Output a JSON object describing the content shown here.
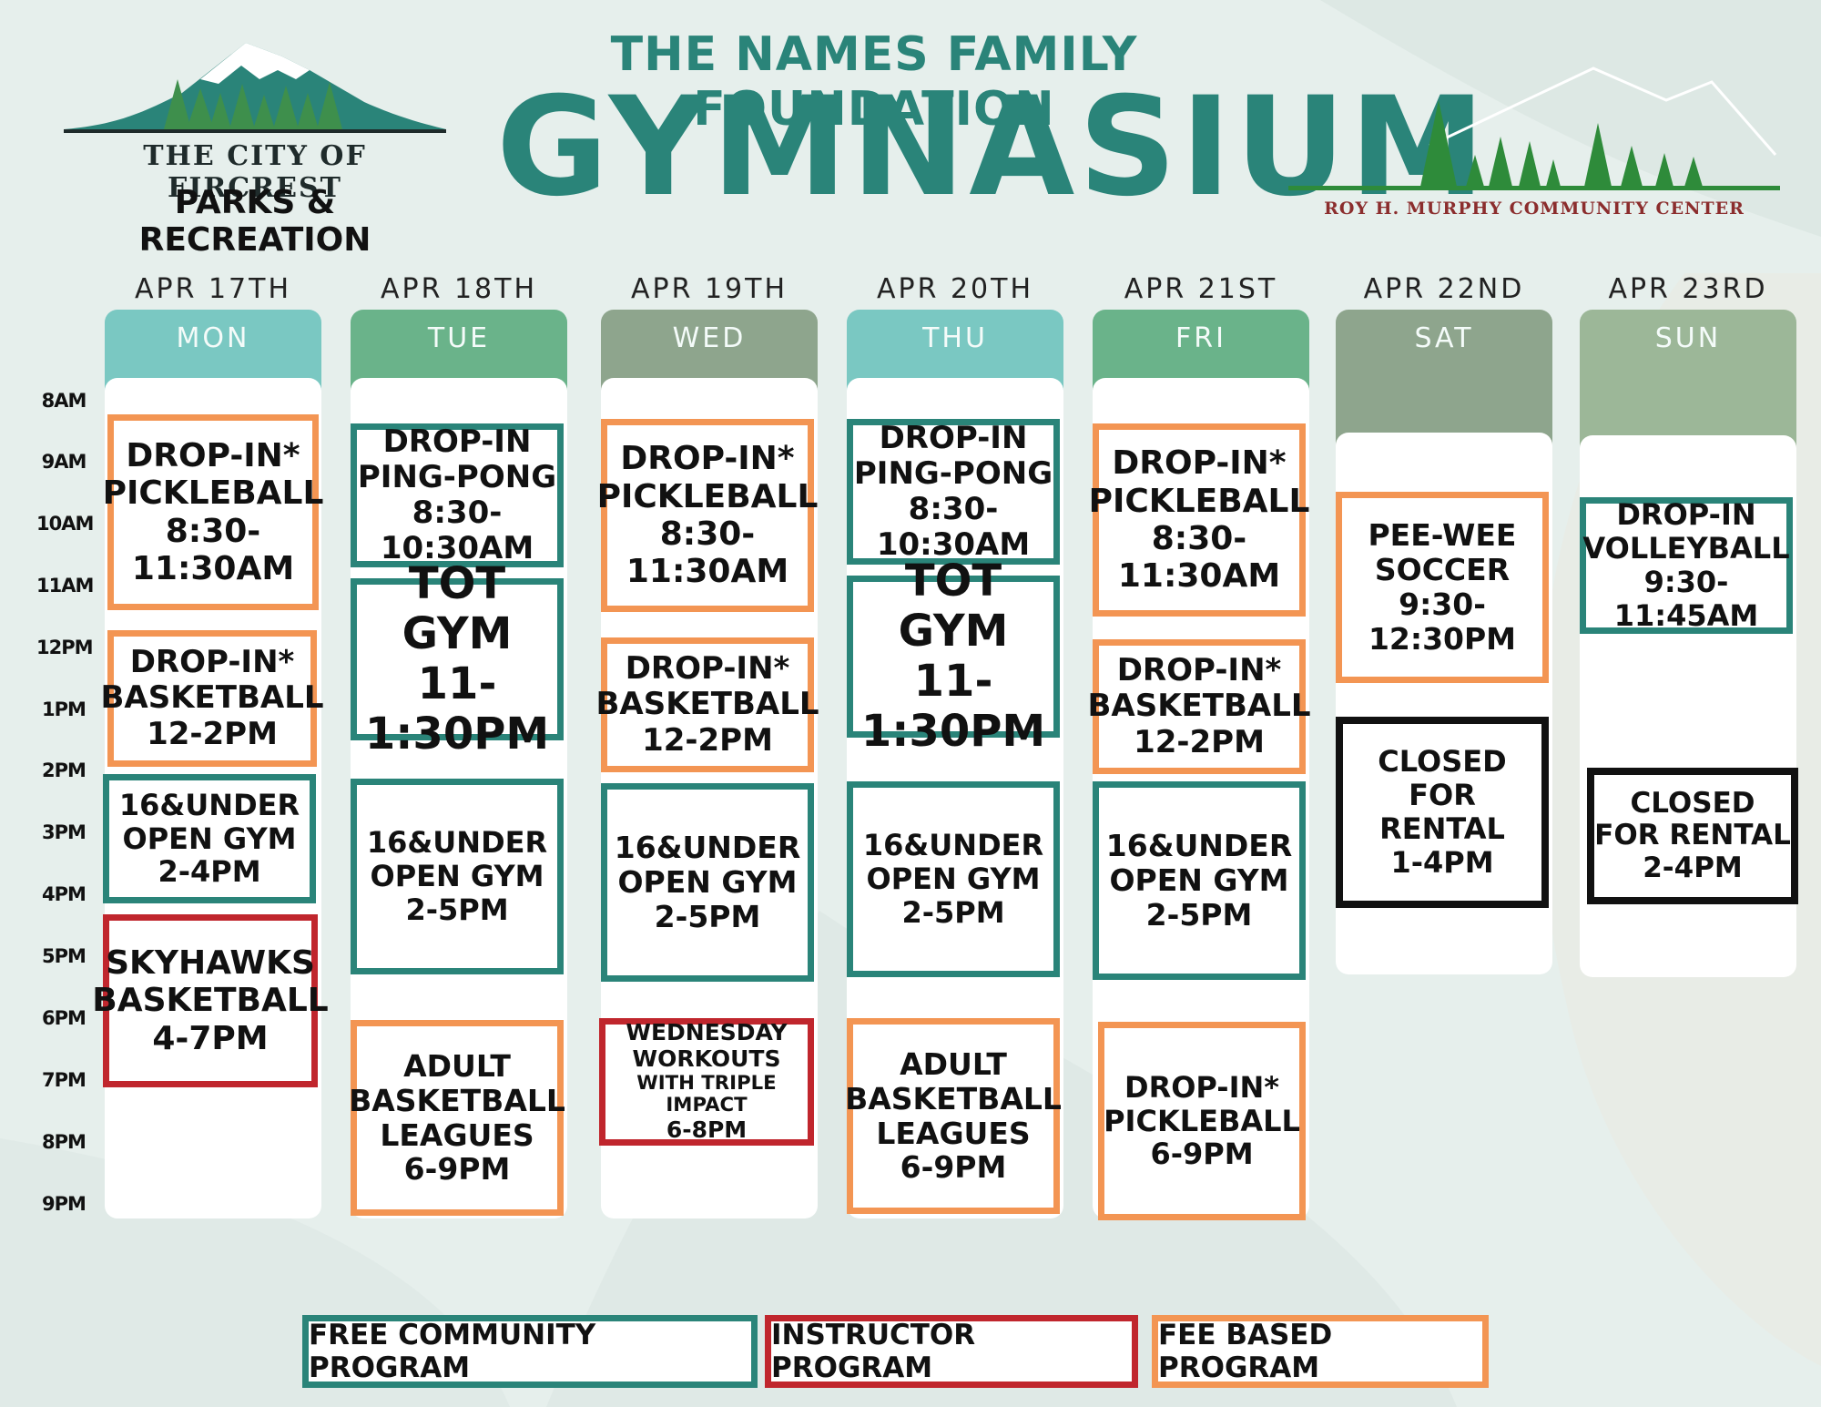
{
  "header": {
    "city": "THE CITY OF FIRCREST",
    "parks": "PARKS & RECREATION",
    "title_top": "THE NAMES FAMILY FOUNDATION",
    "title_main": "GYMNASIUM",
    "community_center": "ROY H. MURPHY COMMUNITY CENTER"
  },
  "time_labels": [
    "8AM",
    "9AM",
    "10AM",
    "11AM",
    "12PM",
    "1PM",
    "2PM",
    "3PM",
    "4PM",
    "5PM",
    "6PM",
    "7PM",
    "8PM",
    "9PM"
  ],
  "days": [
    {
      "date": "APR 17TH",
      "day": "MON",
      "head_color": "#7ac8c2",
      "events": [
        {
          "lines": [
            "DROP-IN*",
            "PICKLEBALL",
            "8:30-11:30AM"
          ],
          "type": "fee"
        },
        {
          "lines": [
            "DROP-IN*",
            "BASKETBALL",
            "12-2PM"
          ],
          "type": "fee"
        },
        {
          "lines": [
            "16&UNDER",
            "OPEN GYM",
            "2-4PM"
          ],
          "type": "free"
        },
        {
          "lines": [
            "SKYHAWKS",
            "BASKETBALL",
            "4-7PM"
          ],
          "type": "instructor"
        }
      ]
    },
    {
      "date": "APR 18TH",
      "day": "TUE",
      "head_color": "#6ab38a",
      "events": [
        {
          "lines": [
            "DROP-IN",
            "PING-PONG",
            "8:30-10:30AM"
          ],
          "type": "free"
        },
        {
          "lines": [
            "TOT GYM",
            "11-1:30PM"
          ],
          "type": "free"
        },
        {
          "lines": [
            "16&UNDER",
            "OPEN GYM",
            "2-5PM"
          ],
          "type": "free"
        },
        {
          "lines": [
            "ADULT",
            "BASKETBALL",
            "LEAGUES",
            "6-9PM"
          ],
          "type": "fee"
        }
      ]
    },
    {
      "date": "APR 19TH",
      "day": "WED",
      "head_color": "#8ea58d",
      "events": [
        {
          "lines": [
            "DROP-IN*",
            "PICKLEBALL",
            "8:30-11:30AM"
          ],
          "type": "fee"
        },
        {
          "lines": [
            "DROP-IN*",
            "BASKETBALL",
            "12-2PM"
          ],
          "type": "fee"
        },
        {
          "lines": [
            "16&UNDER",
            "OPEN GYM",
            "2-5PM"
          ],
          "type": "free"
        },
        {
          "lines": [
            "WEDNESDAY",
            "WORKOUTS",
            "WITH TRIPLE IMPACT",
            "6-8PM"
          ],
          "type": "instructor"
        }
      ]
    },
    {
      "date": "APR 20TH",
      "day": "THU",
      "head_color": "#7ac8c2",
      "events": [
        {
          "lines": [
            "DROP-IN",
            "PING-PONG",
            "8:30-10:30AM"
          ],
          "type": "free"
        },
        {
          "lines": [
            "TOT GYM",
            "11-1:30PM"
          ],
          "type": "free"
        },
        {
          "lines": [
            "16&UNDER",
            "OPEN GYM",
            "2-5PM"
          ],
          "type": "free"
        },
        {
          "lines": [
            "ADULT",
            "BASKETBALL",
            "LEAGUES",
            "6-9PM"
          ],
          "type": "fee"
        }
      ]
    },
    {
      "date": "APR 21ST",
      "day": "FRI",
      "head_color": "#6ab38a",
      "events": [
        {
          "lines": [
            "DROP-IN*",
            "PICKLEBALL",
            "8:30-11:30AM"
          ],
          "type": "fee"
        },
        {
          "lines": [
            "DROP-IN*",
            "BASKETBALL",
            "12-2PM"
          ],
          "type": "fee"
        },
        {
          "lines": [
            "16&UNDER",
            "OPEN GYM",
            "2-5PM"
          ],
          "type": "free"
        },
        {
          "lines": [
            "DROP-IN*",
            "PICKLEBALL",
            "6-9PM"
          ],
          "type": "fee"
        }
      ]
    },
    {
      "date": "APR 22ND",
      "day": "SAT",
      "head_color": "#8ea58d",
      "events": [
        {
          "lines": [
            "PEE-WEE",
            "SOCCER",
            "9:30-12:30PM"
          ],
          "type": "fee"
        },
        {
          "lines": [
            "CLOSED",
            "FOR RENTAL",
            "1-4PM"
          ],
          "type": "closed"
        }
      ]
    },
    {
      "date": "APR 23RD",
      "day": "SUN",
      "head_color": "#9cb798",
      "events": [
        {
          "lines": [
            "DROP-IN",
            "VOLLEYBALL",
            "9:30-11:45AM"
          ],
          "type": "free"
        },
        {
          "lines": [
            "CLOSED",
            "FOR RENTAL",
            "2-4PM"
          ],
          "type": "closed"
        }
      ]
    }
  ],
  "legend": [
    {
      "label": "FREE COMMUNITY PROGRAM",
      "type": "free"
    },
    {
      "label": "INSTRUCTOR PROGRAM",
      "type": "instructor"
    },
    {
      "label": "FEE BASED PROGRAM",
      "type": "fee"
    }
  ],
  "colors": {
    "free": "#2a8479",
    "instructor": "#c0262d",
    "fee": "#f39553",
    "closed": "#111111",
    "title": "#2a8479"
  }
}
